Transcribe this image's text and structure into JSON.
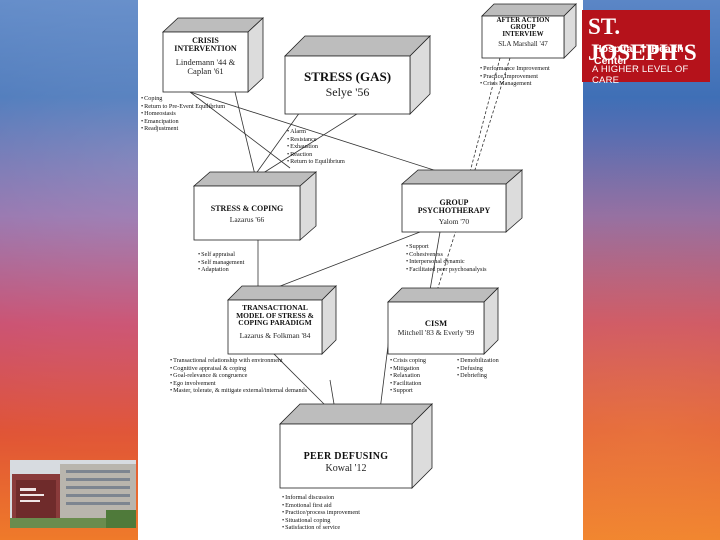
{
  "colors": {
    "logo_red": "#b5121b",
    "logo_text": "#ffffff",
    "box_face": "#ffffff",
    "box_side": "#dcdcdc",
    "box_top": "#bdbdbd",
    "line": "#333333"
  },
  "logo": {
    "name": "ST. JOSEPH'S",
    "sub_left": "Hospital",
    "sub_right": "Health Center",
    "tagline": "A HIGHER LEVEL OF CARE",
    "icon": "heart-cross-icon"
  },
  "diagram": {
    "nodes": {
      "crisis_intervention": {
        "title_lines": [
          "CRISIS",
          "INTERVENTION"
        ],
        "author_lines": [
          "Lindemann '44 &",
          "Caplan '61"
        ]
      },
      "stress_gas": {
        "title_lines": [
          "STRESS (GAS)"
        ],
        "author_lines": [
          "Selye '56"
        ]
      },
      "after_action": {
        "title_lines": [
          "AFTER ACTION",
          "GROUP",
          "INTERVIEW"
        ],
        "author_lines": [
          "SLA Marshall '47"
        ]
      },
      "stress_coping": {
        "title_lines": [
          "STRESS & COPING"
        ],
        "author_lines": [
          "Lazarus '66"
        ]
      },
      "group_psychotherapy": {
        "title_lines": [
          "GROUP",
          "PSYCHOTHERAPY"
        ],
        "author_lines": [
          "Yalom '70"
        ]
      },
      "transactional_model": {
        "title_lines": [
          "TRANSACTIONAL",
          "MODEL OF STRESS &",
          "COPING PARADIGM"
        ],
        "author_lines": [
          "Lazarus & Folkman '84"
        ]
      },
      "cism": {
        "title_lines": [
          "CISM"
        ],
        "author_lines": [
          "Mitchell '83 & Everly '99"
        ]
      },
      "peer_defusing": {
        "title_lines": [
          "PEER DEFUSING"
        ],
        "author_lines": [
          "Kowal '12"
        ]
      }
    },
    "bullets": {
      "crisis_intervention": [
        "Coping",
        "Return to Pre-Event Equilibrium",
        "Homeostasis",
        "Emancipation",
        "Readjustment"
      ],
      "after_action": [
        "Performance Improvement",
        "Practice Improvement",
        "Crisis Management"
      ],
      "stress_gas": [
        "Alarm",
        "Resistance",
        "Exhaustion",
        "Reaction",
        "Return to Equilibrium"
      ],
      "stress_coping": [
        "Self appraisal",
        "Self management",
        "Adaptation"
      ],
      "group_psychotherapy": [
        "Support",
        "Cohesiveness",
        "Interpersonal dynamic",
        "Facilitated peer psychoanalysis"
      ],
      "transactional_model": [
        "Transactional relationship with environment",
        "Cognitive appraisal & coping",
        "Goal-relevance & congruence",
        "Ego involvement",
        "Master, tolerate, & mitigate external/internal demands"
      ],
      "cism_col1": [
        "Crisis coping",
        "Mitigation",
        "Relaxation",
        "Facilitation",
        "Support"
      ],
      "cism_col2": [
        "Demobilization",
        "Defusing",
        "Debriefing"
      ],
      "peer_defusing": [
        "Informal discussion",
        "Emotional first aid",
        "Practice/process improvement",
        "Situational coping",
        "Satisfaction of service"
      ]
    }
  }
}
